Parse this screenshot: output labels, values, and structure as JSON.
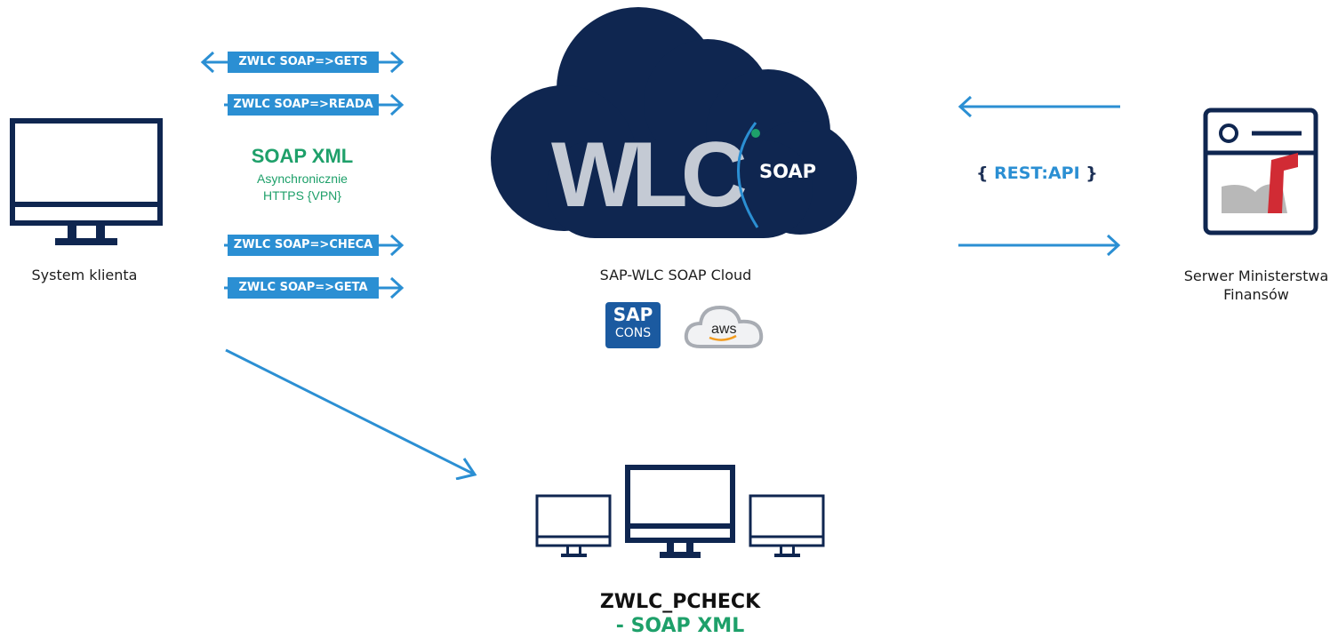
{
  "client": {
    "label": "System klienta"
  },
  "arrows": [
    {
      "label": "ZWLC SOAP=>GETS",
      "direction": "both"
    },
    {
      "label": "ZWLC SOAP=>READA",
      "direction": "right"
    },
    {
      "label": "ZWLC SOAP=>CHECA",
      "direction": "right"
    },
    {
      "label": "ZWLC SOAP=>GETA",
      "direction": "right"
    }
  ],
  "soap_block": {
    "title": "SOAP XML",
    "line1": "Asynchronicznie",
    "line2": "HTTPS {VPN}"
  },
  "cloud": {
    "logo_text": "WLC",
    "badge": "SOAP",
    "caption": "SAP-WLC SOAP Cloud",
    "partners": [
      {
        "line1": "SAP",
        "line2": "CONS"
      },
      {
        "line1": "aws"
      }
    ]
  },
  "rest": {
    "open": "{ ",
    "label": "REST:API",
    "close": " }"
  },
  "server": {
    "label_line1": "Serwer Ministerstwa",
    "label_line2": "Finansów",
    "logo_text": "mf"
  },
  "pcheck": {
    "line1": "ZWLC_PCHECK",
    "line2": "- SOAP XML"
  },
  "colors": {
    "navy": "#0f2650",
    "blue": "#2b8fd3",
    "green": "#1ea06a",
    "red": "#d12b34"
  }
}
